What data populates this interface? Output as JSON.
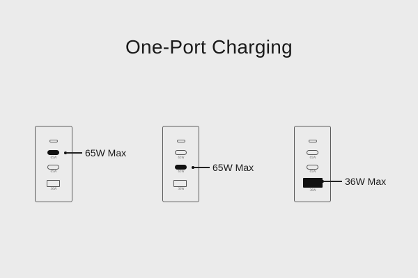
{
  "title": "One-Port Charging",
  "chargers": [
    {
      "port_labels": [
        "65W",
        "65W",
        "36W"
      ],
      "active_port": "usb-c-1",
      "callout": "65W Max"
    },
    {
      "port_labels": [
        "65W",
        "65W",
        "36W"
      ],
      "active_port": "usb-c-2",
      "callout": "65W Max"
    },
    {
      "port_labels": [
        "65W",
        "65W",
        "36W"
      ],
      "active_port": "usb-a",
      "callout": "36W Max"
    }
  ]
}
